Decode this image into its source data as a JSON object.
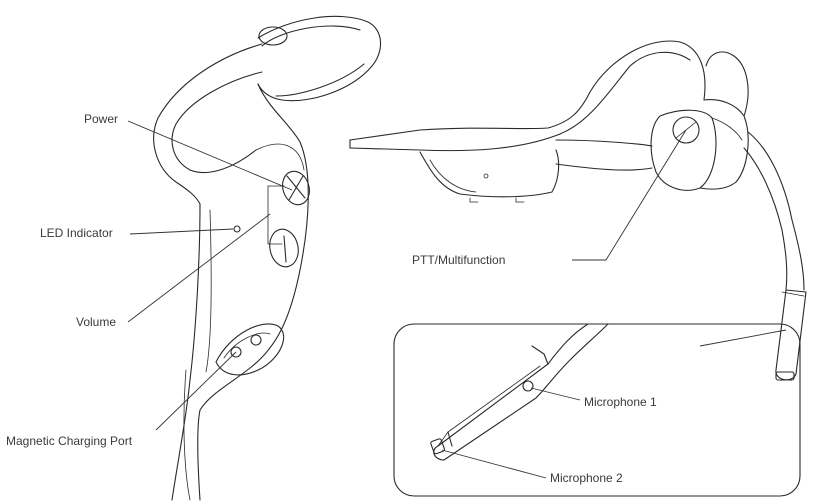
{
  "labels": {
    "power": "Power",
    "led": "LED Indicator",
    "volume": "Volume",
    "charging": "Magnetic Charging Port",
    "ptt": "PTT/Multifunction",
    "mic1": "Microphone 1",
    "mic2": "Microphone 2"
  }
}
